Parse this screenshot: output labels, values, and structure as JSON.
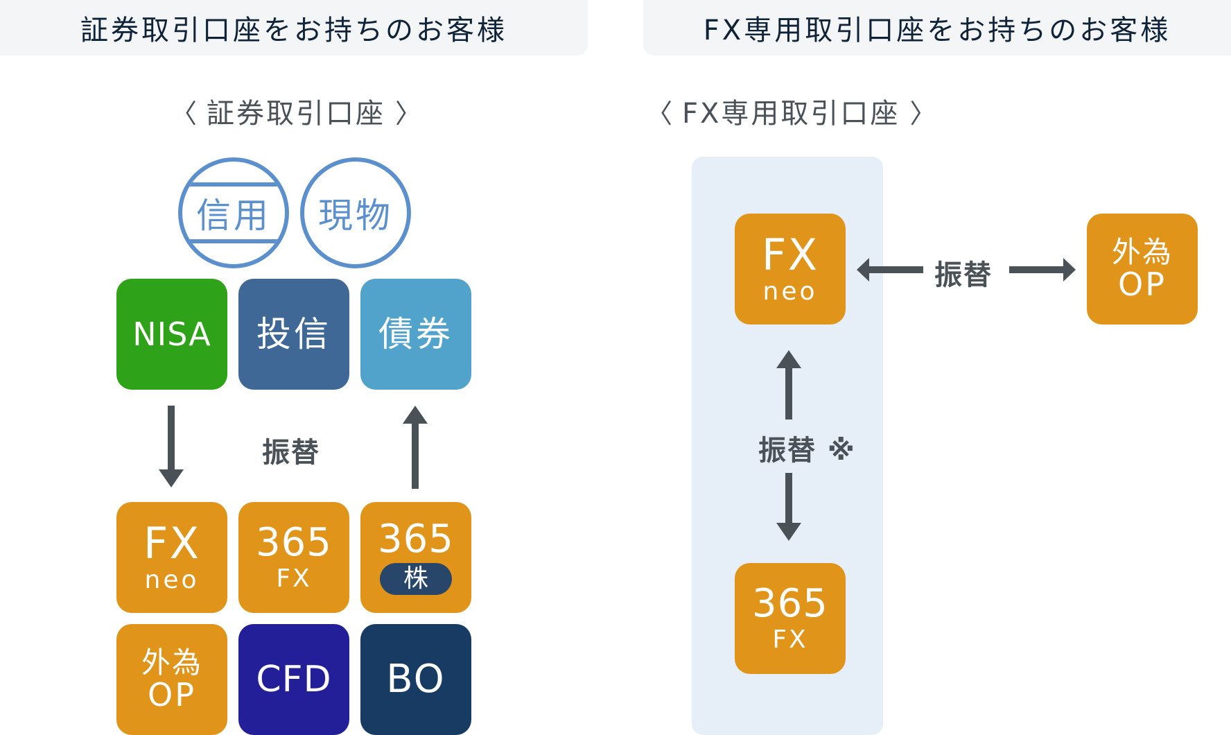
{
  "left_section": {
    "header": "証券取引口座をお持ちのお客様",
    "subtitle": {
      "open_bracket": "〈",
      "label": "証券取引口座",
      "close_bracket": "〉"
    },
    "circles": [
      {
        "label": "信用",
        "style": "striped"
      },
      {
        "label": "現物",
        "style": "plain"
      }
    ],
    "top_row": [
      {
        "label": "NISA",
        "color": "#2ea219"
      },
      {
        "label": "投信",
        "color": "#3f6897"
      },
      {
        "label": "債券",
        "color": "#52a3cc"
      }
    ],
    "transfer_label": "振替",
    "bottom_rows": [
      {
        "line1": "FX",
        "line2": "neo",
        "color": "#e0951a"
      },
      {
        "line1": "365",
        "line2": "FX",
        "color": "#e0951a"
      },
      {
        "line1": "365",
        "line2": "株",
        "color": "#e0951a",
        "badge_color": "#27466a"
      },
      {
        "line1": "外為",
        "line2": "OP",
        "color": "#e0951a"
      },
      {
        "line1": "CFD",
        "line2": "",
        "color": "#231f99"
      },
      {
        "line1": "BO",
        "line2": "",
        "color": "#173b63"
      }
    ]
  },
  "right_section": {
    "header": "FX専用取引口座をお持ちのお客様",
    "subtitle": {
      "open_bracket": "〈",
      "label": "FX専用取引口座",
      "close_bracket": "〉"
    },
    "panel_tiles": [
      {
        "line1": "FX",
        "line2": "neo",
        "color": "#e0951a"
      },
      {
        "line1": "365",
        "line2": "FX",
        "color": "#e0951a"
      }
    ],
    "external_tile": {
      "line1": "外為",
      "line2": "OP",
      "color": "#e0951a"
    },
    "horizontal_transfer_label": "振替",
    "vertical_transfer_label": "振替 ※"
  },
  "colors": {
    "arrow": "#4a5258",
    "circle_stroke": "#5b90cd",
    "panel_bg": "#e6eef8",
    "banner_bg": "#f4f5f6"
  }
}
